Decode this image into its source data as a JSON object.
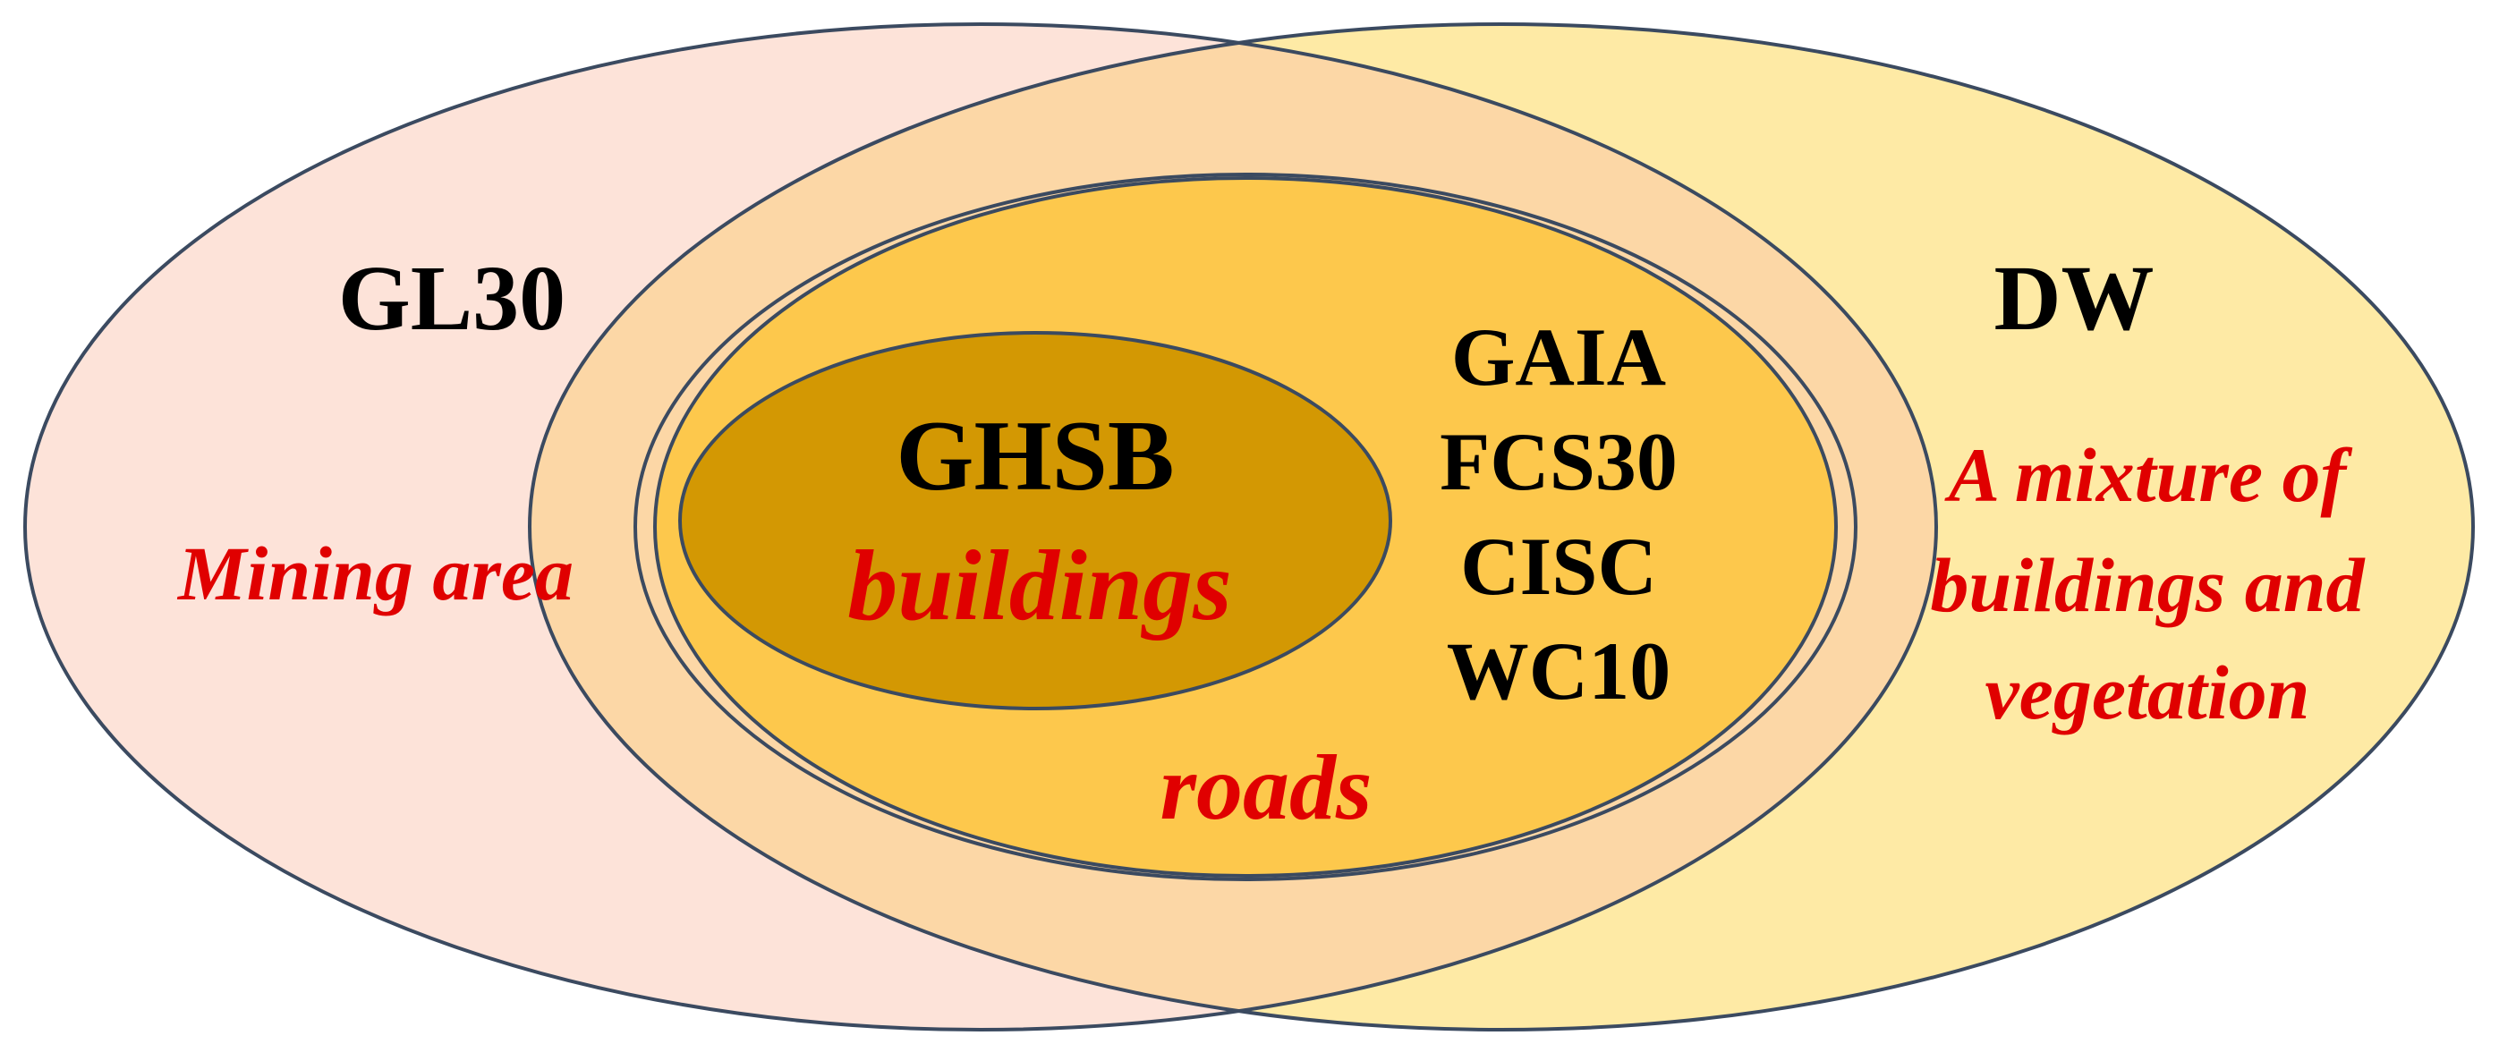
{
  "colors": {
    "gl30_fill": "#fde3d9",
    "dw_fill": "#feeaa5",
    "overlap_fill": "#fcd7a6",
    "middle_fill": "#fdc84c",
    "ghsb_fill": "#d39803",
    "outline": "#3b4a60",
    "label_black": "#000000",
    "label_red": "#e00000"
  },
  "sets": {
    "gl30": {
      "name": "GL30",
      "note": "Mining area"
    },
    "dw": {
      "name": "DW",
      "note_lines": [
        "A mixture of",
        "buildings and",
        "vegetation"
      ]
    },
    "middle": {
      "products": [
        "GAIA",
        "FCS30",
        "CISC",
        "WC10"
      ],
      "note": "roads"
    },
    "ghsb": {
      "name": "GHSB",
      "note": "buildings"
    }
  }
}
